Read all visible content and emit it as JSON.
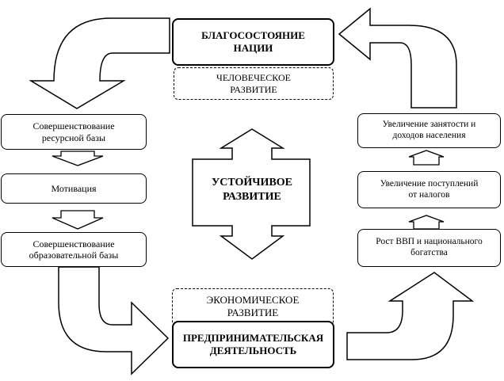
{
  "top": {
    "wealth": [
      "БЛАГОСОСТОЯНИЕ",
      "НАЦИИ"
    ],
    "human": [
      "ЧЕЛОВЕЧЕСКОЕ",
      "РАЗВИТИЕ"
    ]
  },
  "left": {
    "resource": [
      "Совершенствование",
      "ресурсной базы"
    ],
    "motivation": "Мотивация",
    "education": [
      "Совершенствование",
      "образовательной базы"
    ]
  },
  "center": [
    "УСТОЙЧИВОЕ",
    "РАЗВИТИЕ"
  ],
  "bottom": {
    "economic": [
      "ЭКОНОМИЧЕСКОЕ",
      "РАЗВИТИЕ"
    ],
    "enterprise": [
      "ПРЕДПРИНИМАТЕЛЬСКАЯ",
      "ДЕЯТЕЛЬНОСТЬ"
    ]
  },
  "right": {
    "employment": [
      "Увеличение занятости и",
      "доходов населения"
    ],
    "taxes": [
      "Увеличение поступлений",
      "от налогов"
    ],
    "gdp": [
      "Рост ВВП и национального",
      "богатства"
    ]
  }
}
